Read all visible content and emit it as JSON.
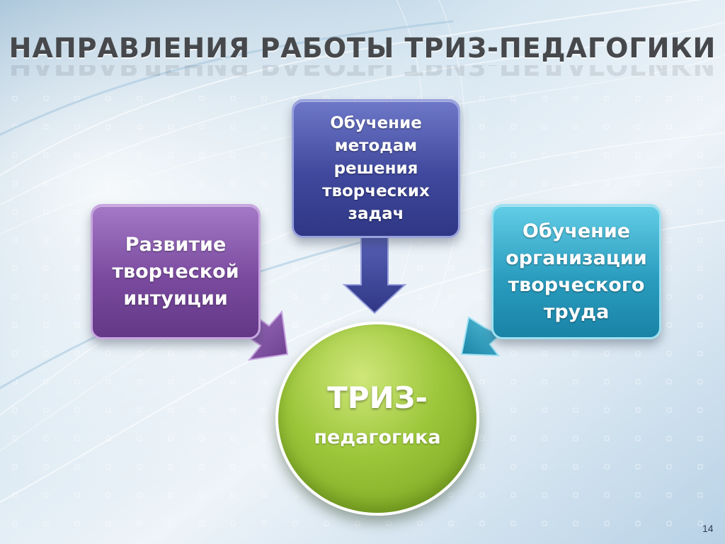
{
  "slide": {
    "title": "НАПРАВЛЕНИЯ РАБОТЫ ТРИЗ-ПЕДАГОГИКИ",
    "page_number": "14"
  },
  "diagram": {
    "center": {
      "title": "ТРИЗ-",
      "subtitle": "педагогика",
      "color": "#9cc63a"
    },
    "nodes": [
      {
        "id": "top",
        "label": "Обучение\nметодам\nрешения\nтворческих\nзадач",
        "color": "#3f489c"
      },
      {
        "id": "left",
        "label": "Развитие\nтворческой\nинтуиции",
        "color": "#7a4a9f"
      },
      {
        "id": "right",
        "label": "Обучение\nорганизации\nтворческого\nтруда",
        "color": "#2a9dbf"
      }
    ]
  }
}
